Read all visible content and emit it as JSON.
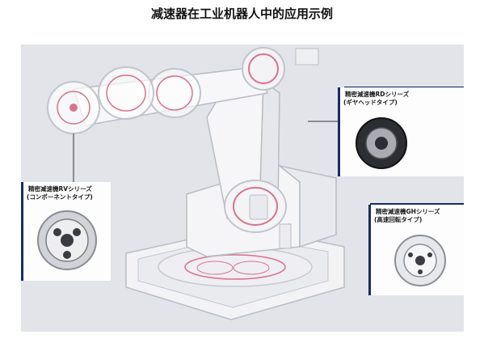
{
  "title": "减速器在工业机器人中的应用示例",
  "callouts": {
    "rv": {
      "title": "精密减速機RVシリーズ",
      "subtitle": "(コンポーネントタイプ)"
    },
    "rd": {
      "title": "精密減速機RDシリーズ",
      "subtitle": "(ギヤヘッドタイプ)"
    },
    "gh": {
      "title": "精密減速機GHシリーズ",
      "subtitle": "(高速回転タイプ)"
    }
  },
  "colors": {
    "background": "#e2e4ea",
    "accent_line": "#1a2a66",
    "reducer_highlight": "#d9728a"
  }
}
